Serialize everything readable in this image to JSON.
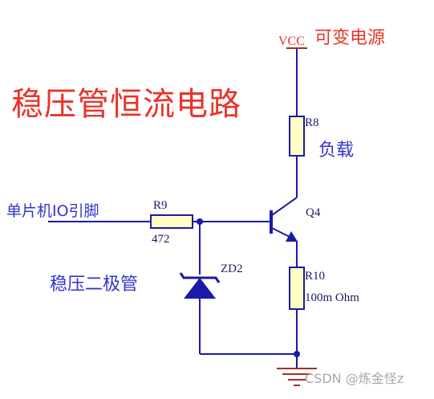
{
  "title": "稳压管恒流电路",
  "supply": {
    "net": "VCC",
    "label": "可变电源"
  },
  "components": {
    "r8": {
      "ref": "R8",
      "note": "负载"
    },
    "r9": {
      "ref": "R9",
      "value": "472"
    },
    "q4": {
      "ref": "Q4"
    },
    "zd2": {
      "ref": "ZD2",
      "note": "稳压二极管"
    },
    "r10": {
      "ref": "R10",
      "value": "100m Ohm"
    }
  },
  "input_label": "单片机IO引脚",
  "watermark": "CSDN @炼金怪z",
  "colors": {
    "wire": "#1a1aa6",
    "title": "#e8342a",
    "note": "#3333cc",
    "resistor_fill": "#ffffc4",
    "ground": "#a0302a"
  }
}
